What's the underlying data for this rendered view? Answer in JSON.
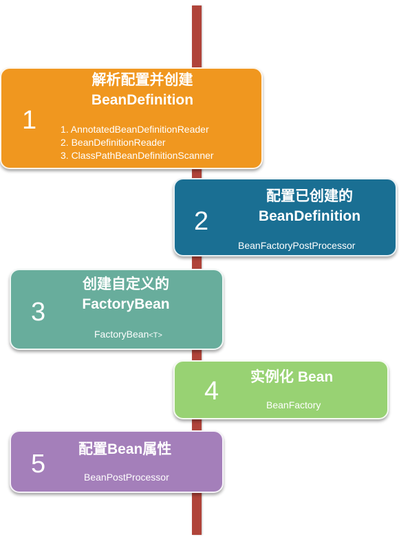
{
  "steps": [
    {
      "number": "1",
      "title_line1": "解析配置并创建",
      "title_line2": "BeanDefinition",
      "items": [
        "1. AnnotatedBeanDefinitionReader",
        "2. BeanDefinitionReader",
        "3. ClassPathBeanDefinitionScanner"
      ],
      "color": "#f0971f"
    },
    {
      "number": "2",
      "title_line1": "配置已创建的",
      "title_line2": "BeanDefinition",
      "subtitle": "BeanFactoryPostProcessor",
      "color": "#1a6f93"
    },
    {
      "number": "3",
      "title_line1": "创建自定义的",
      "title_line2": "FactoryBean",
      "subtitle_main": "FactoryBean",
      "subtitle_suffix": "<T>",
      "color": "#68ad9c"
    },
    {
      "number": "4",
      "title_line1": "实例化 Bean",
      "subtitle": "BeanFactory",
      "color": "#98d273"
    },
    {
      "number": "5",
      "title_line1": "配置Bean属性",
      "subtitle": "BeanPostProcessor",
      "color": "#a47fba"
    }
  ],
  "spine_color": "#b0443a"
}
